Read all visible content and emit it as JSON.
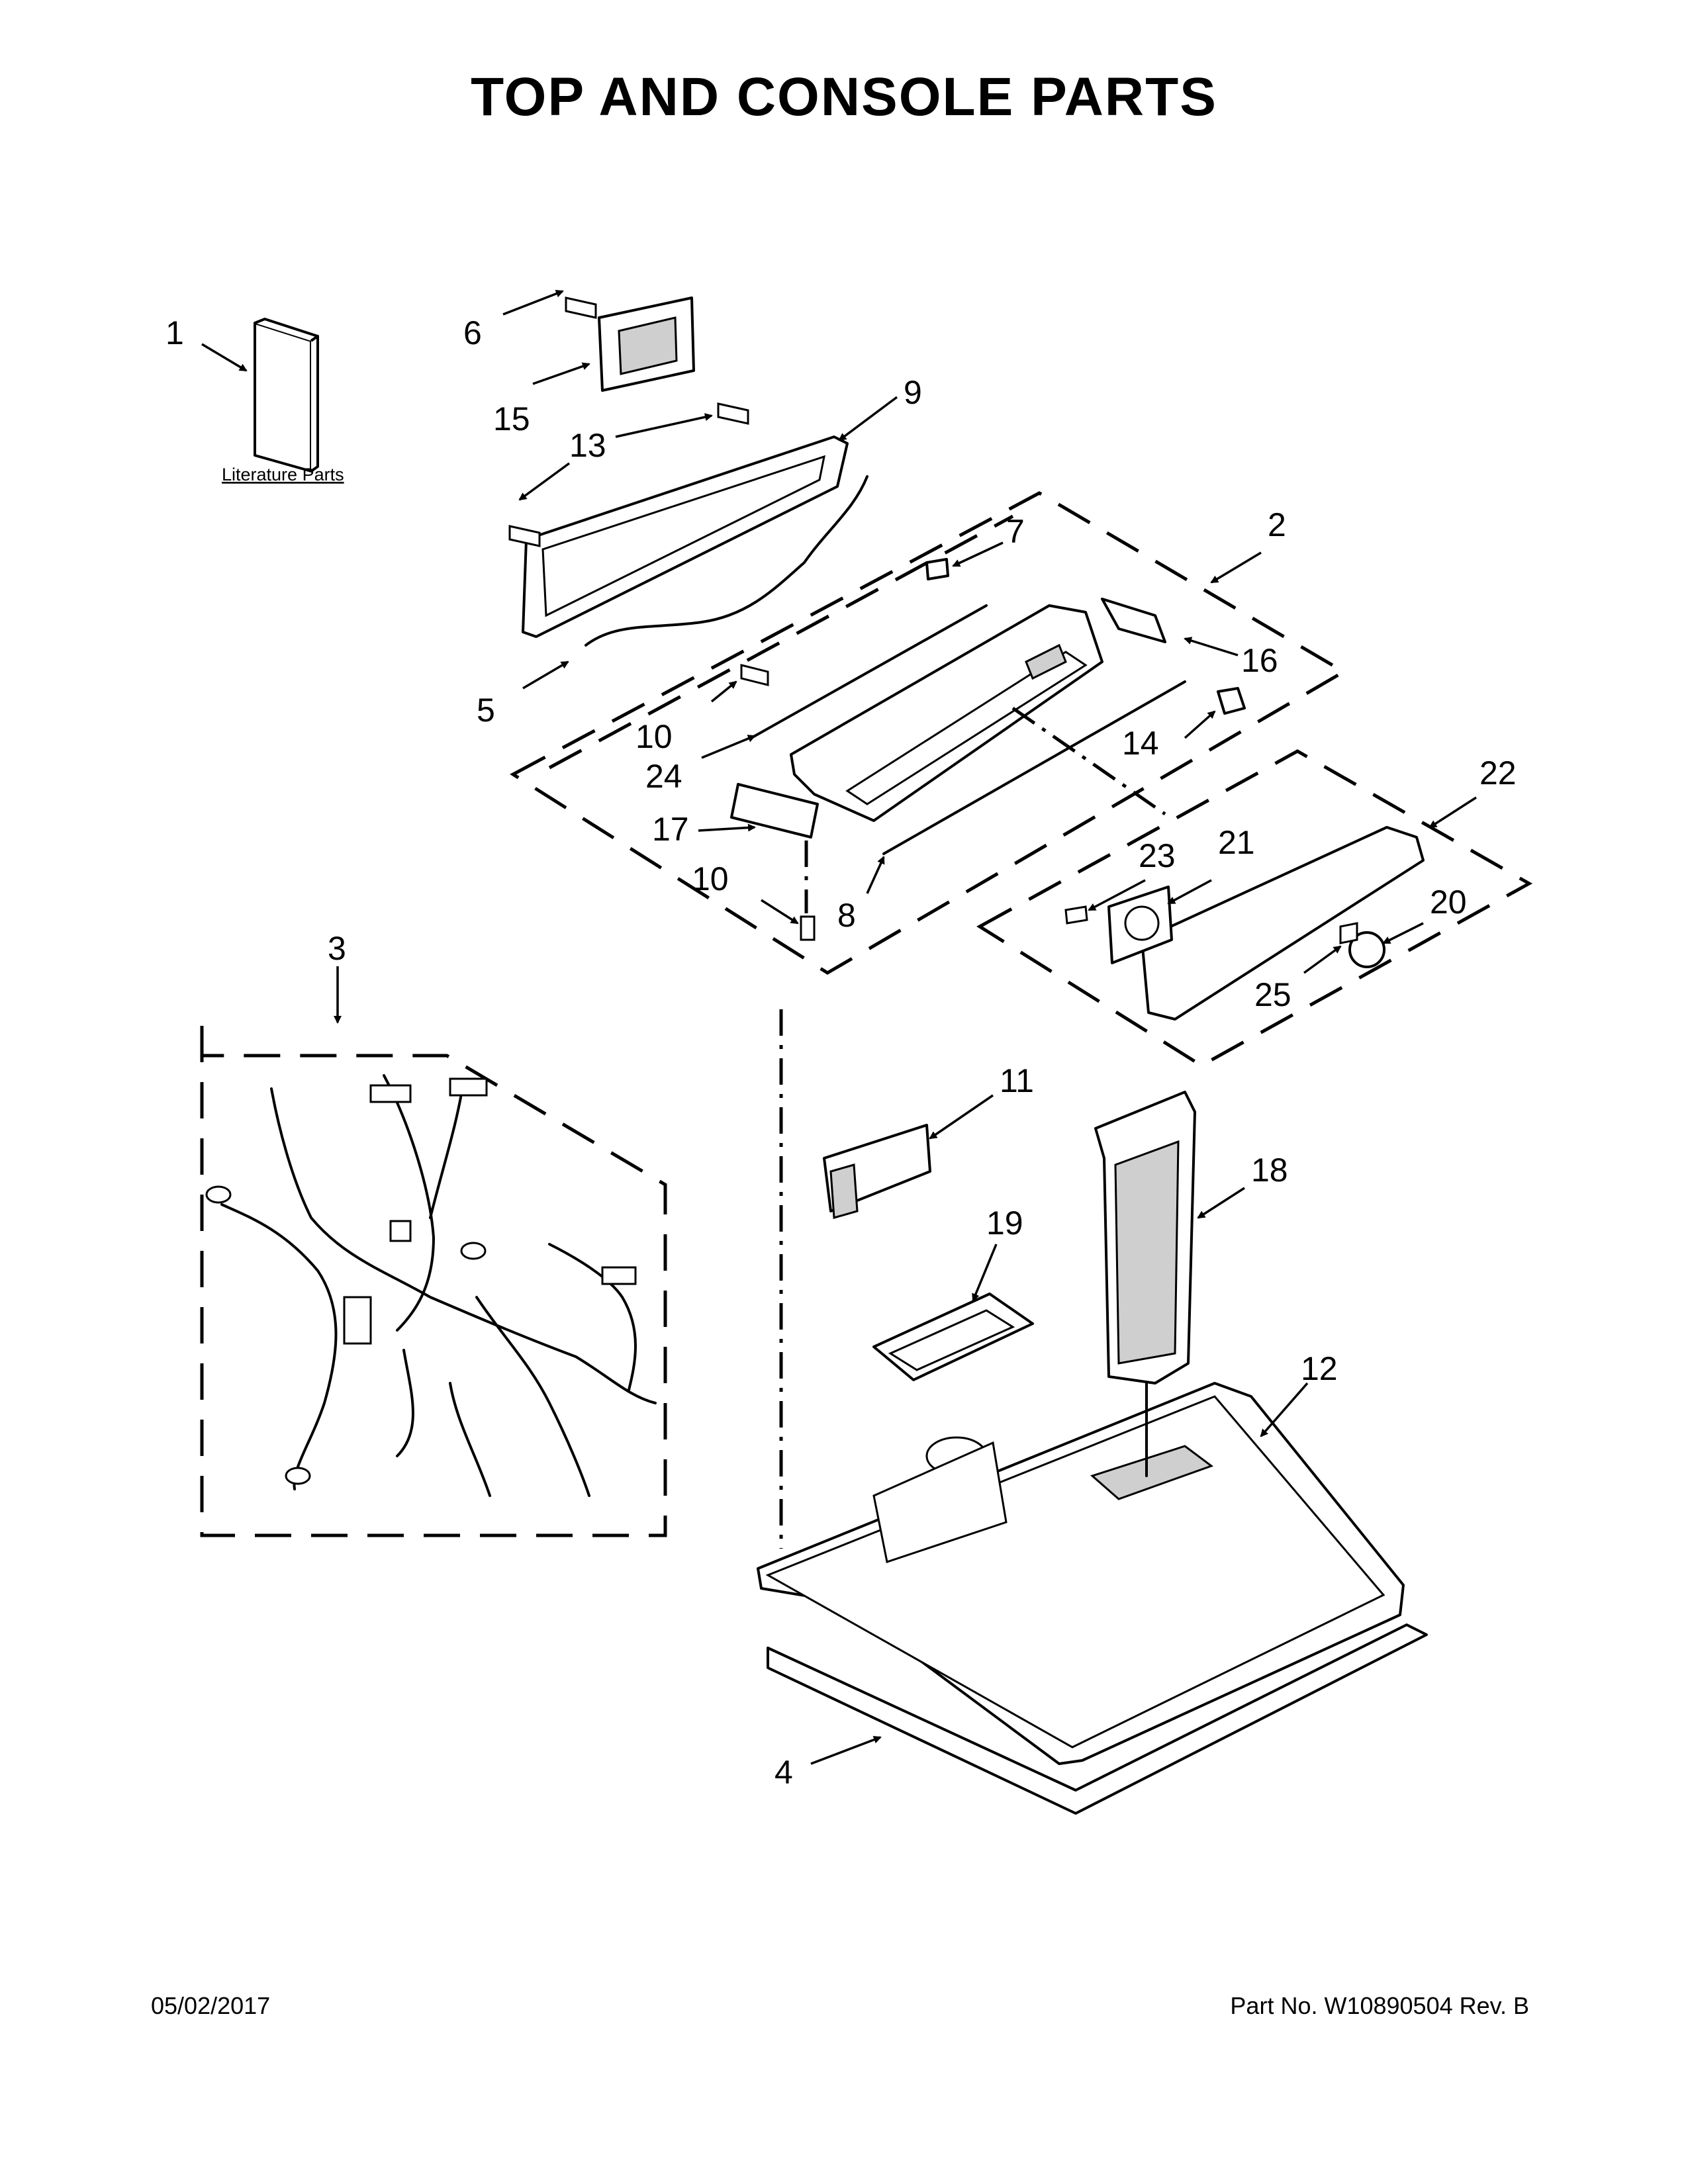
{
  "title": "TOP AND CONSOLE PARTS",
  "literature_label": "Literature Parts",
  "callouts": [
    "1",
    "2",
    "3",
    "4",
    "5",
    "6",
    "7",
    "8",
    "9",
    "10",
    "10",
    "11",
    "12",
    "13",
    "14",
    "15",
    "16",
    "17",
    "18",
    "19",
    "20",
    "21",
    "22",
    "23",
    "24",
    "25"
  ],
  "footer": {
    "date": "05/02/2017",
    "part_number": "Part No.  W10890504  Rev.  B"
  }
}
